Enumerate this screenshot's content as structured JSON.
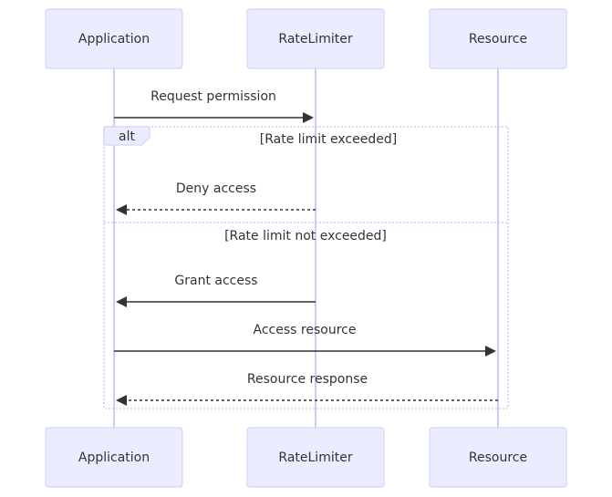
{
  "participants": {
    "application": "Application",
    "ratelimiter": "RateLimiter",
    "resource": "Resource"
  },
  "messages": {
    "request_permission": "Request permission",
    "deny_access": "Deny access",
    "grant_access": "Grant access",
    "access_resource": "Access resource",
    "resource_response": "Resource response"
  },
  "alt": {
    "label": "alt",
    "condition_1": "[Rate limit exceeded]",
    "condition_2": "[Rate limit not exceeded]"
  }
}
